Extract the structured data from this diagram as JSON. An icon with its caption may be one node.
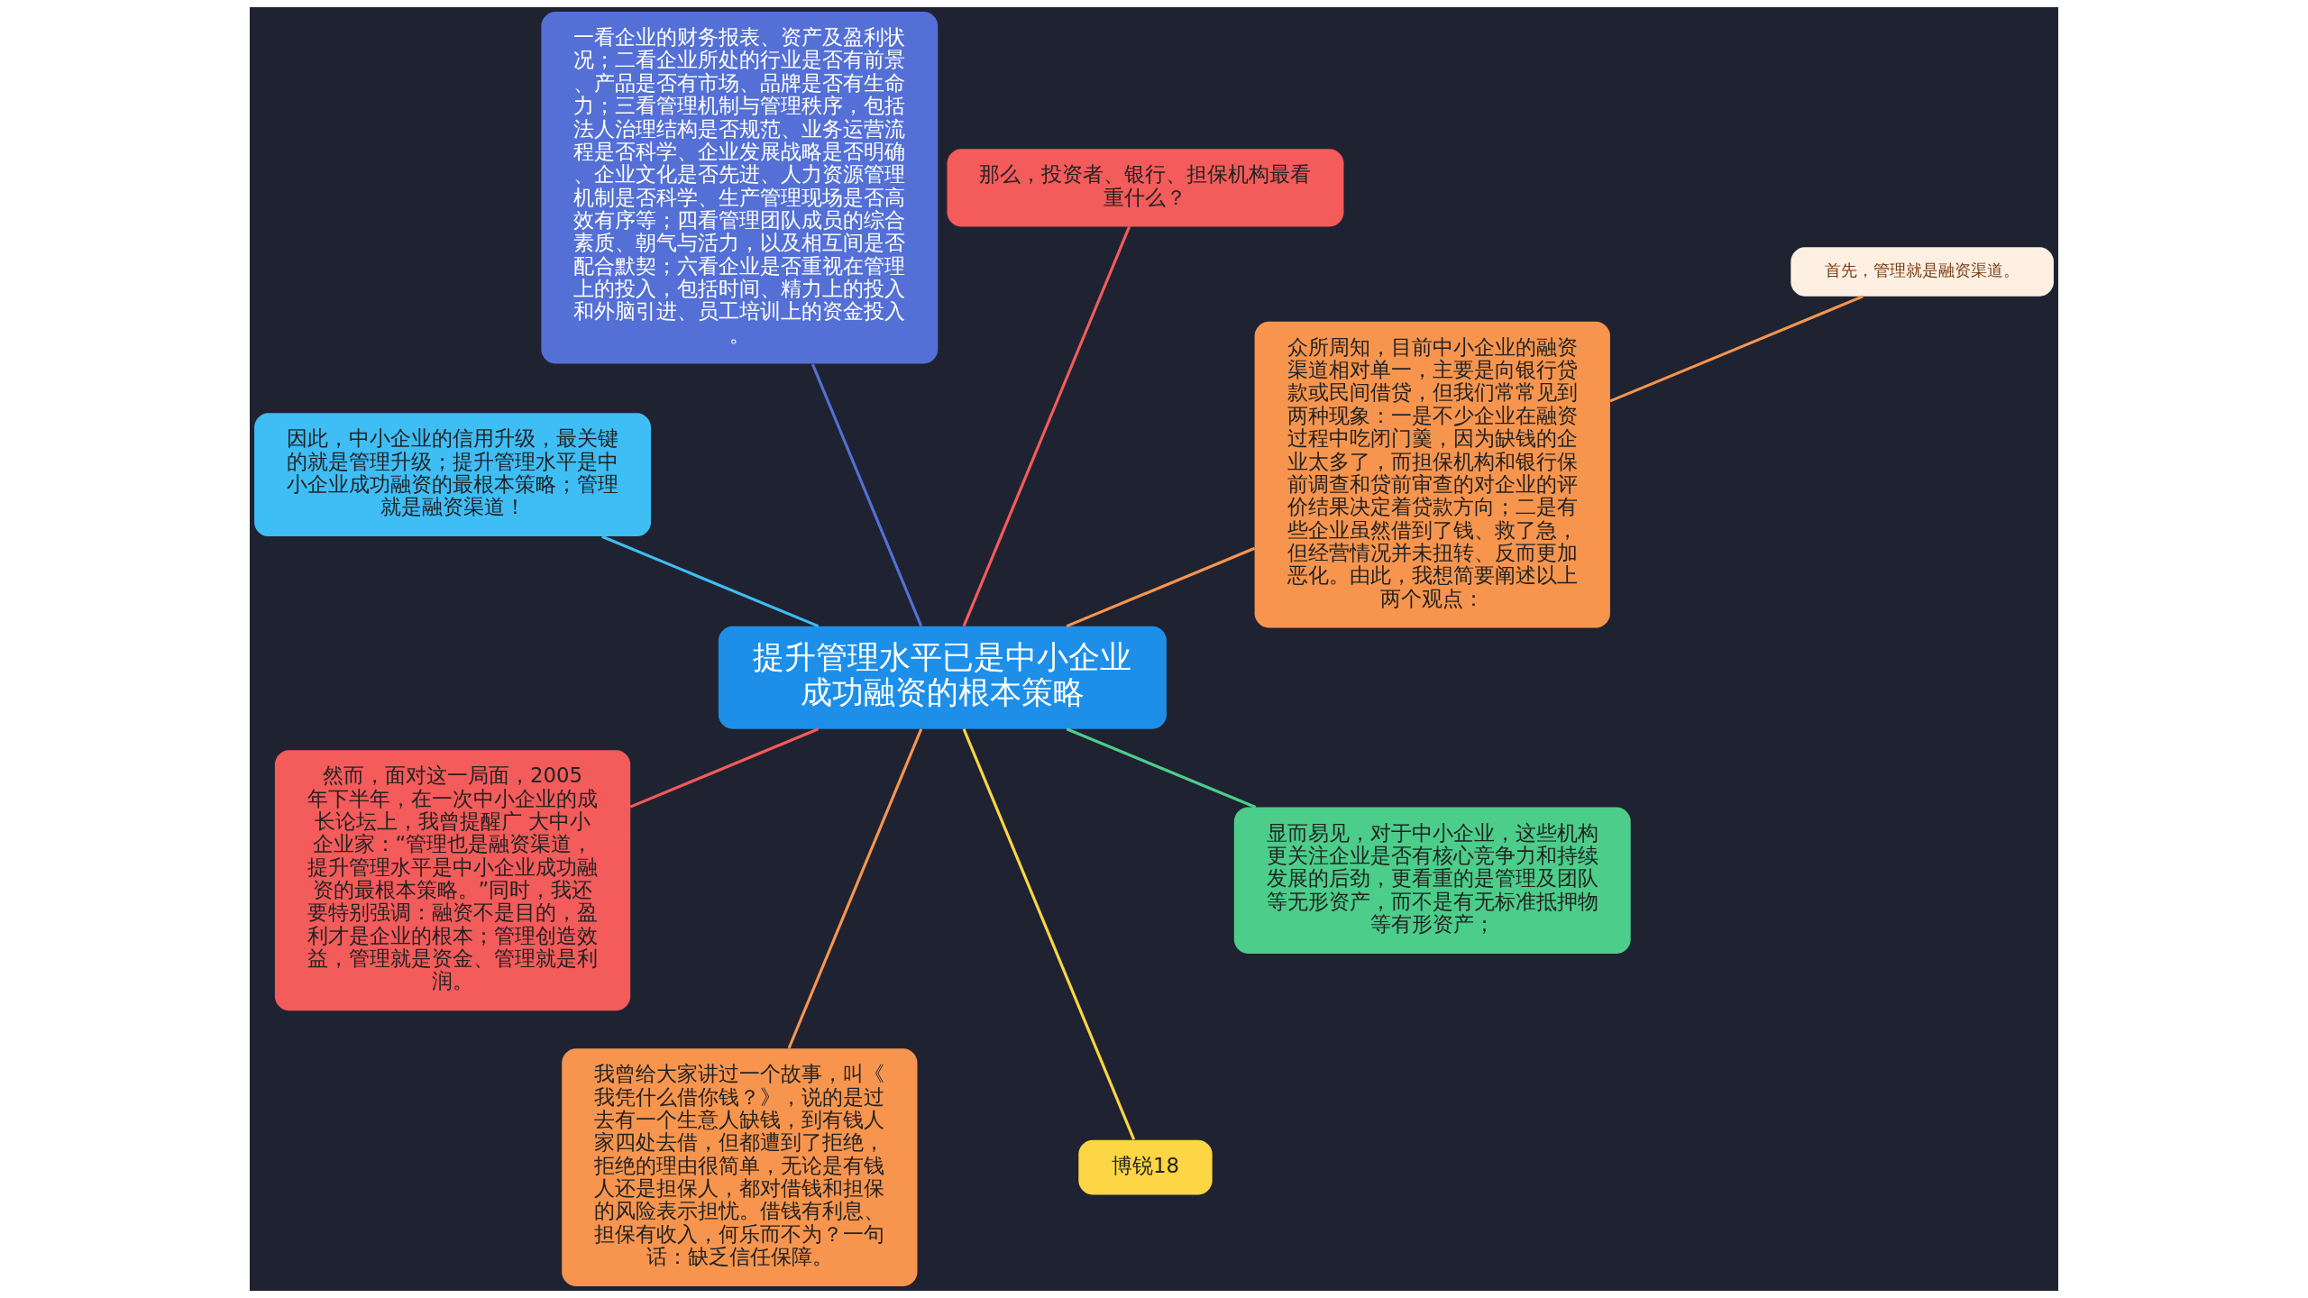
{
  "diagram": {
    "nodes": [
      {
        "text": [
          "提升管理水平已是中小企业成功融资的根本策略"
        ]
      },
      {
        "text": [
          "众所周知，目前中小企业的融资渠道相对单一，主要是向银行贷款或民间借贷，但我们常常见到两种现象：一是不少企业在融资过程中吃闭门羹，因为缺钱的企业太多了，而担保机构和银行保前调查和贷前审查的对企业的评价结果决定着贷款方向；二是有些企业虽然借到了钱、救了急，但经营情况并未扭转、反而更加恶化。由此，我想简要阐述以上两个观点："
        ]
      },
      {
        "text": [
          "首先，管理就是融资渠道。"
        ]
      },
      {
        "text": [
          "那么，投资者、银行、担保机构最看重什么？"
        ]
      },
      {
        "text": [
          "一看企业的财务报表、资产及盈利状况；二看企业所处的行业是否有前景、产品是否有市场、品牌是否有生命力；三看管理机制与管理秩序，包括法人治理结构是否规范、业务运营流程是否科学、企业发展战略是否明确、企业文化是否先进、人力资源管理机制是否科学、生产管理现场是否高效有序等；四看管理团队成员的综合素质、朝气与活力，以及相互间是否配合默契；六看企业是否重视在管理上的投入，包括时间、精力上的投入和外脑引进、员工培训上的资金投入。"
        ]
      },
      {
        "text": [
          "因此，中小企业的信用升级，最关键的就是管理升级；提升管理水平是中小企业成功融资的最根本策略；管理就是融资渠道！"
        ]
      },
      {
        "text": [
          "然而，面对这一局面，2005年下半年，在一次中小企业的成长论坛上，我曾提醒广 大中小企业家：“管理也是融资渠道，提升管理水平是中小企业成功融资的最根本策略。”同时，我还要特别强调：融资不是目的，盈利才是企业的根本；管理创造效益，管理就是资金、管理就是利润。"
        ]
      },
      {
        "text": [
          "我曾给大家讲过一个故事，叫《我凭什么借你钱？》，说的是过去有一个生意人缺钱，到有钱人家四处去借，但都遭到了拒绝，拒绝的理由很简单，无论是有钱人还是担保人，都对借钱和担保的风险表示担忧。借钱有利息、担保有收入，何乐而不为？一句话：缺乏信任保障。"
        ]
      },
      {
        "text": [
          "博锐18"
        ]
      },
      {
        "text": [
          "显而易见，对于中小企业，这些机构更关注企业是否有核心竞争力和持续发展的后劲，更看重的是管理及团队等无形资产，而不是有无标准抵押物等有形资产；"
        ]
      }
    ],
    "edges": [
      {
        "from": 0,
        "to": 1,
        "arrow": "none",
        "color": "#f7954f"
      },
      {
        "from": 1,
        "to": 2,
        "arrow": "none",
        "color": "#f7954f"
      },
      {
        "from": 0,
        "to": 3,
        "arrow": "none",
        "color": "#f45b5b"
      },
      {
        "from": 0,
        "to": 4,
        "arrow": "none",
        "color": "#5470d6"
      },
      {
        "from": 0,
        "to": 5,
        "arrow": "none",
        "color": "#3fbdf5"
      },
      {
        "from": 0,
        "to": 6,
        "arrow": "none",
        "color": "#f45b5b"
      },
      {
        "from": 0,
        "to": 7,
        "arrow": "none",
        "color": "#f7954f"
      },
      {
        "from": 0,
        "to": 8,
        "arrow": "none",
        "color": "#fdd645"
      },
      {
        "from": 0,
        "to": 9,
        "arrow": "none",
        "color": "#4ccd8a"
      }
    ]
  }
}
